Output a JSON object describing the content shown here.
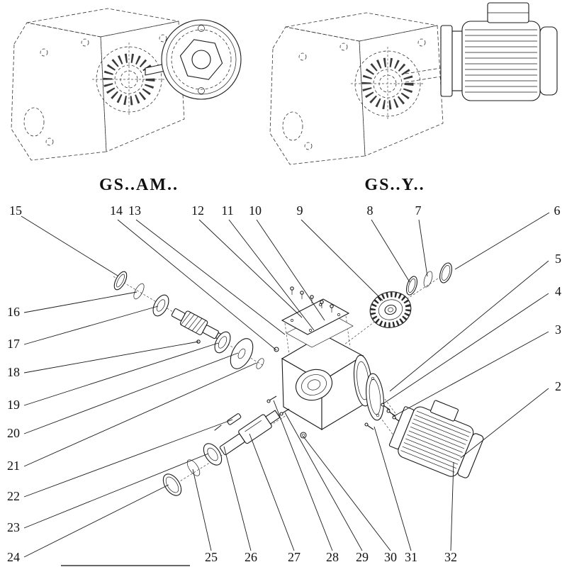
{
  "page": {
    "background": "#ffffff",
    "line_color": "#1a1a1a"
  },
  "variants": {
    "am": {
      "label": "GS..AM.."
    },
    "y": {
      "label": "GS..Y.."
    }
  },
  "callouts": {
    "top": [
      "15",
      "14",
      "13",
      "12",
      "11",
      "10",
      "9",
      "8",
      "7",
      "6"
    ],
    "right": [
      "5",
      "4",
      "3",
      "2"
    ],
    "left": [
      "16",
      "17",
      "18",
      "19",
      "20",
      "21",
      "22",
      "23",
      "24"
    ],
    "bottom": [
      "25",
      "26",
      "27",
      "28",
      "29",
      "30",
      "31",
      "32"
    ]
  }
}
